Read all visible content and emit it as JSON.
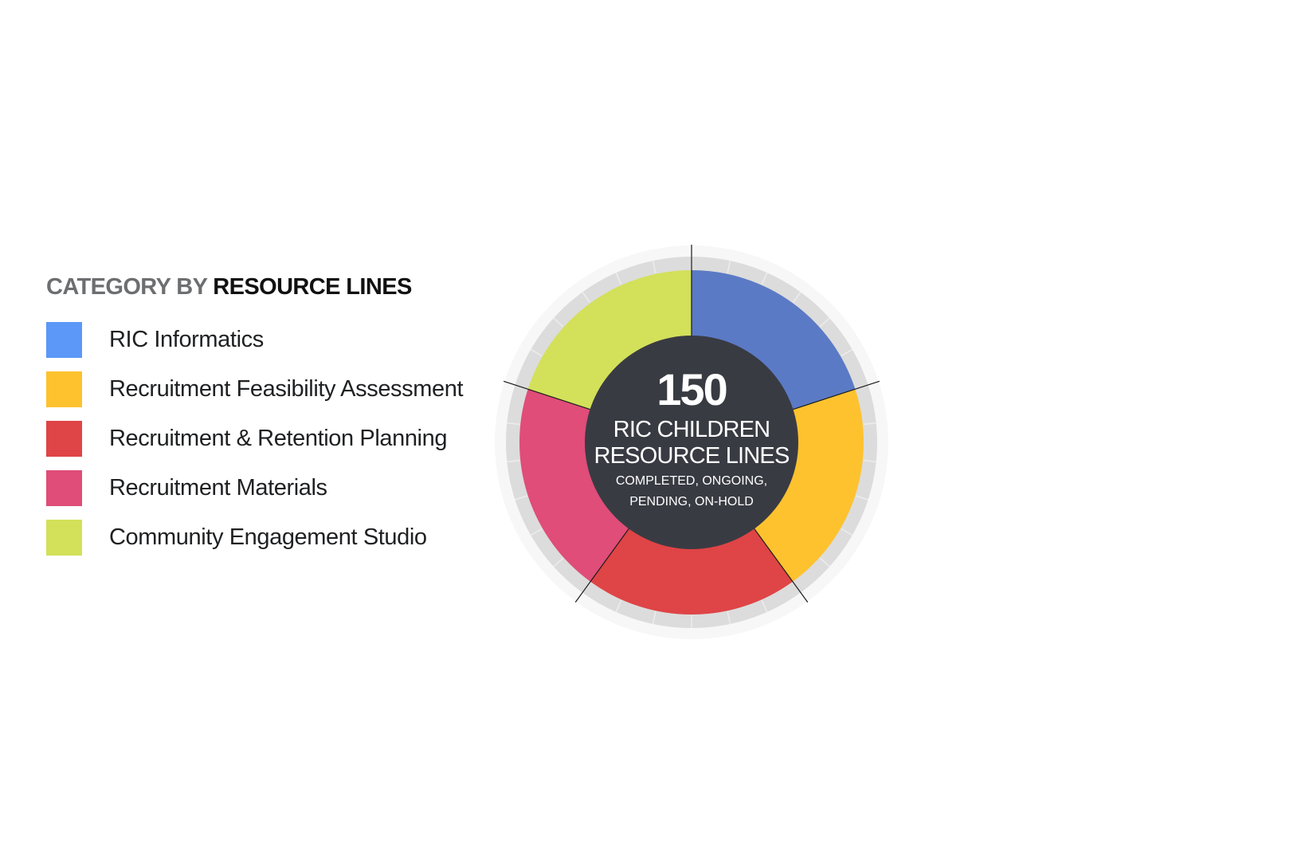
{
  "legend": {
    "title_part1": "CATEGORY BY",
    "title_part2": "RESOURCE LINES",
    "items": [
      {
        "label": "RIC Informatics",
        "color": "#5b98f7"
      },
      {
        "label": "Recruitment Feasibility Assessment",
        "color": "#fdc22e"
      },
      {
        "label": "Recruitment & Retention Planning",
        "color": "#df4446"
      },
      {
        "label": "Recruitment Materials",
        "color": "#df4d78"
      },
      {
        "label": "Community Engagement Studio",
        "color": "#d3e05a"
      }
    ]
  },
  "center": {
    "number": "150",
    "line1": "RIC CHILDREN",
    "line2": "RESOURCE LINES",
    "sub1": "COMPLETED, ONGOING,",
    "sub2": "PENDING, ON-HOLD"
  },
  "chart_data": {
    "type": "pie",
    "style": "donut",
    "total": 150,
    "categories": [
      "RIC Informatics",
      "Recruitment Feasibility Assessment",
      "Recruitment & Retention Planning",
      "Recruitment Materials",
      "Community Engagement Studio"
    ],
    "values": [
      30,
      30,
      30,
      30,
      30
    ],
    "colors": [
      "#5b7ac5",
      "#fdc22e",
      "#df4446",
      "#df4d78",
      "#d3e05a"
    ],
    "start_angle_deg": 0,
    "direction": "clockwise"
  }
}
